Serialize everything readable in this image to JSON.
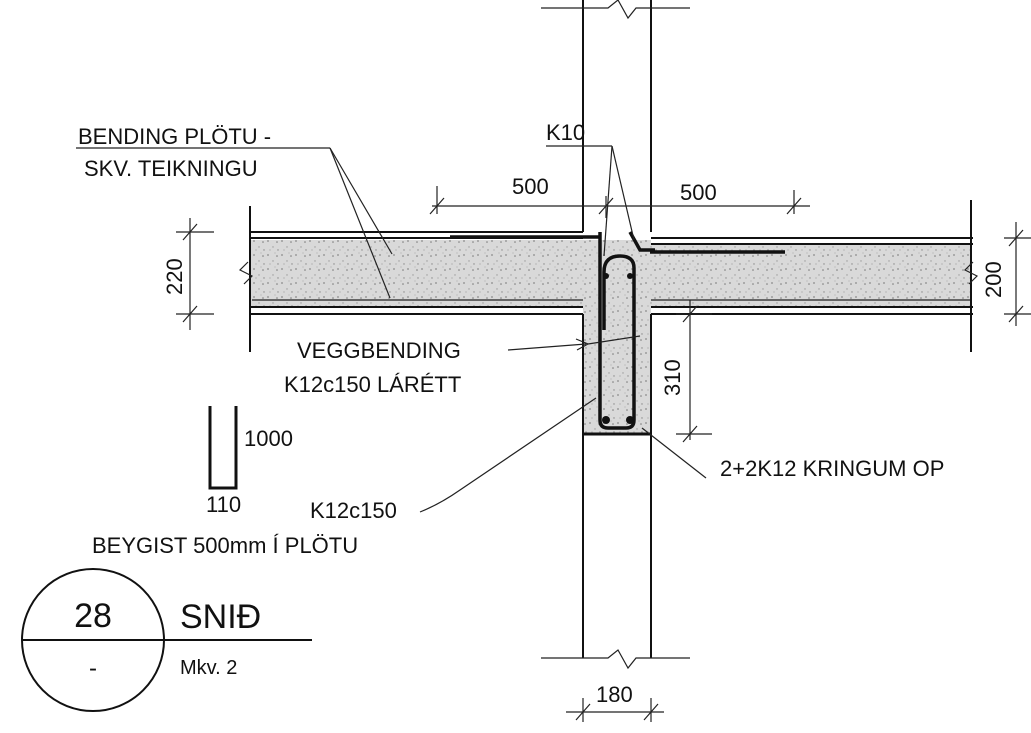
{
  "labels": {
    "bending_plotu": "BENDING PLÖTU -",
    "skv_teikningu": "SKV. TEIKNINGU",
    "k10": "K10",
    "dim_500_left": "500",
    "dim_500_right": "500",
    "dim_220": "220",
    "dim_200": "200",
    "veggbending": "VEGGBENDING",
    "k12c150_larett": "K12c150 LÁRÉTT",
    "dim_310": "310",
    "dim_1000": "1000",
    "dim_110": "110",
    "k12c150": "K12c150",
    "beygist": "BEYGIST 500mm Í PLÖTU",
    "kringum_op": "2+2K12 KRINGUM OP",
    "dim_180": "180"
  },
  "title_block": {
    "number": "28",
    "sheet": "-",
    "title": "SNIÐ",
    "scale": "Mkv. 2"
  }
}
